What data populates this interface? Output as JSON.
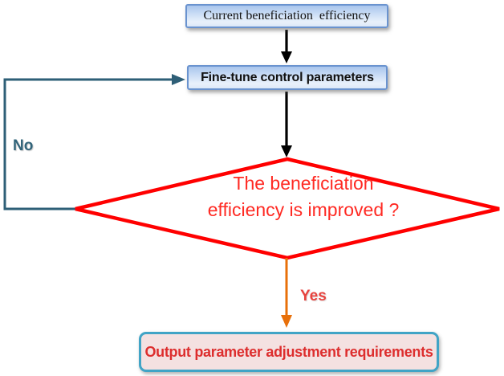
{
  "colors": {
    "box_border_blue": "#6a93cf",
    "box_fill_top": "#a9c5ec",
    "box_fill_bottom": "#e9f1fb",
    "diamond_stroke_red": "#ff0000",
    "decision_text_red": "#ff2a23",
    "black_arrow": "#000000",
    "no_path_teal": "#2e5f77",
    "no_label_teal": "#31647a",
    "yes_arrow_orange": "#e8700a",
    "yes_label_red": "#e8433e",
    "output_border_teal": "#41a4c6",
    "output_fill_pink": "#f4e1e1",
    "output_text_red": "#dd2e2e"
  },
  "nodes": {
    "start": {
      "label": "Current beneficiation  efficiency"
    },
    "process": {
      "label": "Fine-tune control parameters"
    },
    "decision": {
      "line1": "The beneficiation",
      "line2": "efficiency is improved ?"
    },
    "output": {
      "label": "Output parameter adjustment requirements"
    }
  },
  "edges": {
    "yes": {
      "label": "Yes"
    },
    "no": {
      "label": "No"
    }
  }
}
